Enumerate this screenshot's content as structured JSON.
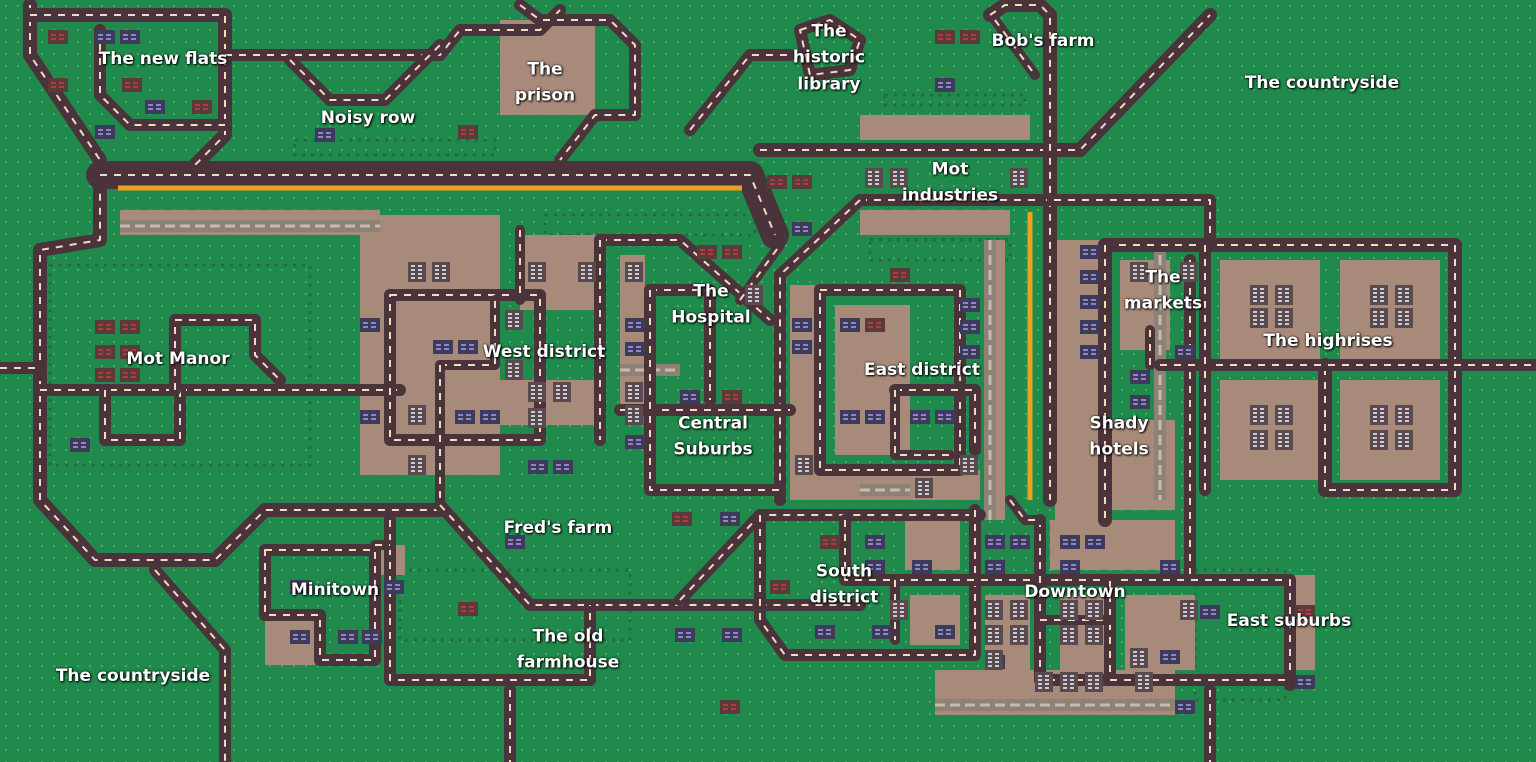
{
  "map": {
    "colors": {
      "grass": "#1f8a4c",
      "road": "#4a333b",
      "road_markings": "#f1dcc0",
      "highway_line": "#f0a020",
      "lot": "#a88a7a",
      "label_text": "#ffffff"
    },
    "labels": [
      {
        "id": "new-flats",
        "text": "The new flats"
      },
      {
        "id": "noisy-row",
        "text": "Noisy row"
      },
      {
        "id": "prison",
        "text": "The\nprison"
      },
      {
        "id": "historic-library",
        "text": "The\nhistoric\nlibrary"
      },
      {
        "id": "bobs-farm",
        "text": "Bob's farm"
      },
      {
        "id": "countryside-ne",
        "text": "The countryside"
      },
      {
        "id": "mot-industries",
        "text": "Mot\nindustries"
      },
      {
        "id": "hospital",
        "text": "The\nHospital"
      },
      {
        "id": "west-district",
        "text": "West district"
      },
      {
        "id": "mot-manor",
        "text": "Mot Manor"
      },
      {
        "id": "east-district",
        "text": "East district"
      },
      {
        "id": "markets",
        "text": "The\nmarkets"
      },
      {
        "id": "highrises",
        "text": "The highrises"
      },
      {
        "id": "central-suburbs",
        "text": "Central\nSuburbs"
      },
      {
        "id": "shady-hotels",
        "text": "Shady\nhotels"
      },
      {
        "id": "freds-farm",
        "text": "Fred's farm"
      },
      {
        "id": "minitown",
        "text": "Minitown"
      },
      {
        "id": "south-district",
        "text": "South\ndistrict"
      },
      {
        "id": "downtown",
        "text": "Downtown"
      },
      {
        "id": "old-farmhouse",
        "text": "The old\nfarmhouse"
      },
      {
        "id": "east-suburbs",
        "text": "East suburbs"
      },
      {
        "id": "countryside-sw",
        "text": "The countryside"
      }
    ]
  }
}
